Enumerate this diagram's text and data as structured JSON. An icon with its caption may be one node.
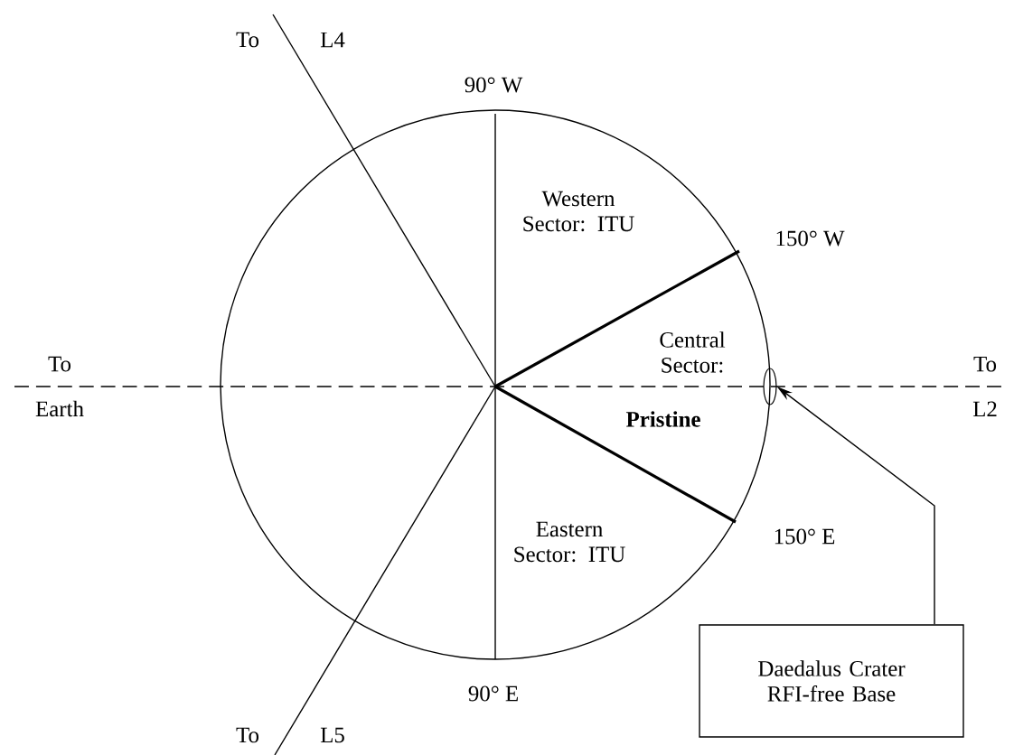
{
  "diagram": {
    "nodes": [
      {
        "text": [],
        "shape": "ellipse"
      },
      {
        "text": [
          "Daedalus Crater RFI-free Base"
        ]
      }
    ],
    "edges": [
      {
        "from": 1,
        "to": 0,
        "arrow": "to"
      }
    ],
    "labels": [
      "To",
      "L4",
      "90° W",
      "Western Sector: ITU",
      "150° W",
      "Central Sector:",
      "To Earth",
      "To L2",
      "**Pristine**",
      "Eastern Sector: ITU",
      "150° E",
      "90° E",
      "To",
      "L5"
    ]
  }
}
